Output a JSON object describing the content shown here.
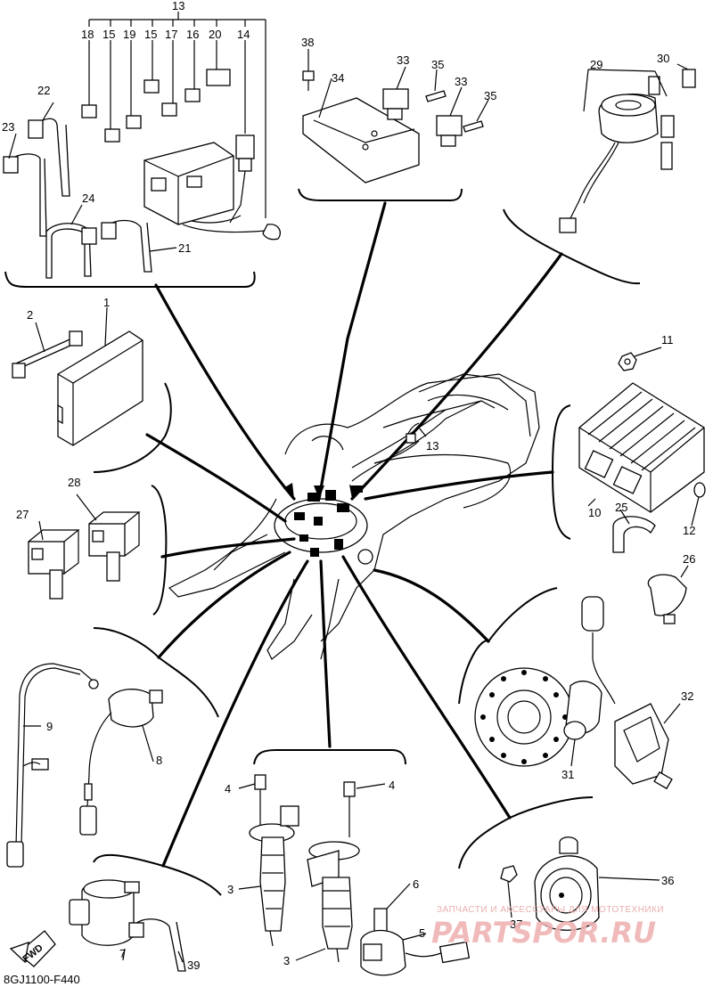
{
  "callouts": {
    "c1": "1",
    "c2": "2",
    "c3a": "3",
    "c3b": "3",
    "c4a": "4",
    "c4b": "4",
    "c5": "5",
    "c6": "6",
    "c7": "7",
    "c8": "8",
    "c9": "9",
    "c10": "10",
    "c11": "11",
    "c12": "12",
    "c13top": "13",
    "c13": "13",
    "c14": "14",
    "c15a": "15",
    "c15b": "15",
    "c16": "16",
    "c17": "17",
    "c18": "18",
    "c19": "19",
    "c20": "20",
    "c21": "21",
    "c22": "22",
    "c23": "23",
    "c24": "24",
    "c25": "25",
    "c26": "26",
    "c27": "27",
    "c28": "28",
    "c29": "29",
    "c30": "30",
    "c31": "31",
    "c32": "32",
    "c33a": "33",
    "c33b": "33",
    "c34": "34",
    "c35a": "35",
    "c35b": "35",
    "c36": "36",
    "c37": "37",
    "c38": "38",
    "c39": "39"
  },
  "fwd_label": "FWD",
  "diagram_code": "8GJ1100-F440",
  "watermark": {
    "tagline": "ЗАПЧАСТИ И АКСЕССУАРЫ ДЛЯ МОТОТЕХНИКИ",
    "brand": "PARTSPOR.RU"
  }
}
